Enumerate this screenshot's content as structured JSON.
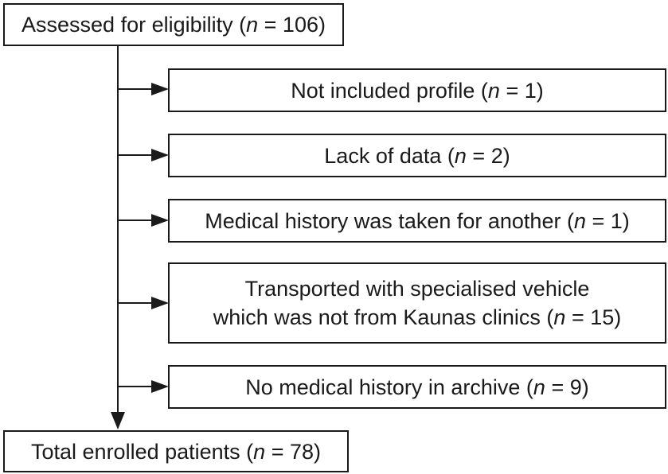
{
  "flowchart": {
    "top": {
      "label": "Assessed for eligibility (",
      "var": "n",
      "value": " = 106)"
    },
    "exclusions": [
      {
        "lines": [
          {
            "label": "Not included profile (",
            "var": "n",
            "value": " = 1)"
          }
        ]
      },
      {
        "lines": [
          {
            "label": "Lack of data (",
            "var": "n",
            "value": " = 2)"
          }
        ]
      },
      {
        "lines": [
          {
            "label": "Medical history was taken for another (",
            "var": "n",
            "value": " = 1)"
          }
        ]
      },
      {
        "lines": [
          {
            "label": "Transported with specialised vehicle",
            "var": "",
            "value": ""
          },
          {
            "label": "which was not from Kaunas clinics (",
            "var": "n",
            "value": " = 15)"
          }
        ]
      },
      {
        "lines": [
          {
            "label": "No medical history in archive (",
            "var": "n",
            "value": " = 9)"
          }
        ]
      }
    ],
    "bottom": {
      "label": "Total enrolled patients (",
      "var": "n",
      "value": " = 78)"
    }
  }
}
